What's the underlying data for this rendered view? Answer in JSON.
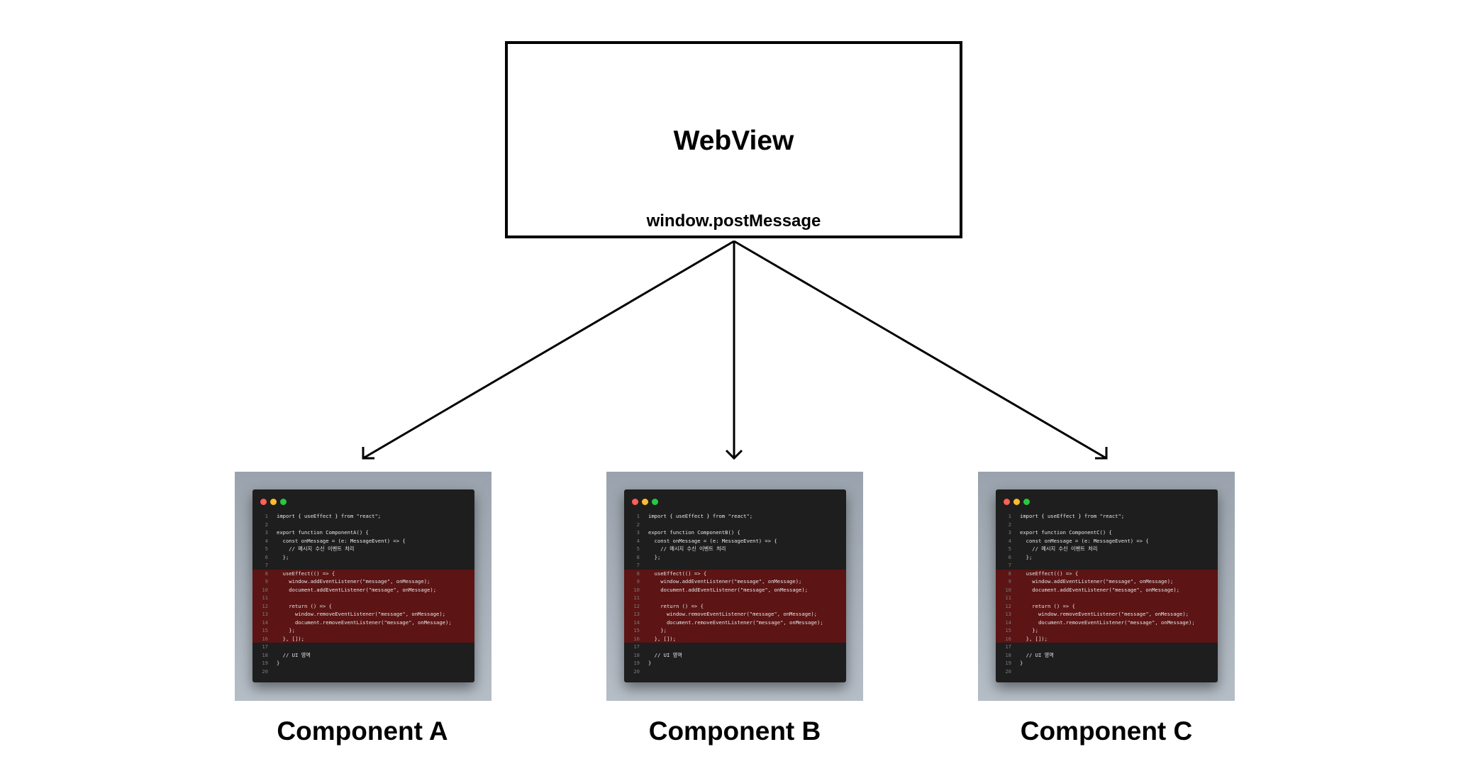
{
  "webview": {
    "title": "WebView",
    "subtitle": "window.postMessage"
  },
  "components": [
    {
      "label": "Component A",
      "code_lines": [
        {
          "num": "1",
          "text": "import { useEffect } from \"react\";",
          "highlight": false
        },
        {
          "num": "2",
          "text": "",
          "highlight": false
        },
        {
          "num": "3",
          "text": "export function ComponentA() {",
          "highlight": false
        },
        {
          "num": "4",
          "text": "  const onMessage = (e: MessageEvent) => {",
          "highlight": false
        },
        {
          "num": "5",
          "text": "    // 메시지 수신 이벤트 처리",
          "highlight": false
        },
        {
          "num": "6",
          "text": "  };",
          "highlight": false
        },
        {
          "num": "7",
          "text": "",
          "highlight": false
        },
        {
          "num": "8",
          "text": "  useEffect(() => {",
          "highlight": true
        },
        {
          "num": "9",
          "text": "    window.addEventListener(\"message\", onMessage);",
          "highlight": true
        },
        {
          "num": "10",
          "text": "    document.addEventListener(\"message\", onMessage);",
          "highlight": true
        },
        {
          "num": "11",
          "text": "",
          "highlight": true
        },
        {
          "num": "12",
          "text": "    return () => {",
          "highlight": true
        },
        {
          "num": "13",
          "text": "      window.removeEventListener(\"message\", onMessage);",
          "highlight": true
        },
        {
          "num": "14",
          "text": "      document.removeEventListener(\"message\", onMessage);",
          "highlight": true
        },
        {
          "num": "15",
          "text": "    };",
          "highlight": true
        },
        {
          "num": "16",
          "text": "  }, []);",
          "highlight": true
        },
        {
          "num": "17",
          "text": "",
          "highlight": false
        },
        {
          "num": "18",
          "text": "  // UI 영역",
          "highlight": false
        },
        {
          "num": "19",
          "text": "}",
          "highlight": false
        },
        {
          "num": "20",
          "text": "",
          "highlight": false
        }
      ]
    },
    {
      "label": "Component B",
      "code_lines": [
        {
          "num": "1",
          "text": "import { useEffect } from \"react\";",
          "highlight": false
        },
        {
          "num": "2",
          "text": "",
          "highlight": false
        },
        {
          "num": "3",
          "text": "export function ComponentB() {",
          "highlight": false
        },
        {
          "num": "4",
          "text": "  const onMessage = (e: MessageEvent) => {",
          "highlight": false
        },
        {
          "num": "5",
          "text": "    // 메시지 수신 이벤트 처리",
          "highlight": false
        },
        {
          "num": "6",
          "text": "  };",
          "highlight": false
        },
        {
          "num": "7",
          "text": "",
          "highlight": false
        },
        {
          "num": "8",
          "text": "  useEffect(() => {",
          "highlight": true
        },
        {
          "num": "9",
          "text": "    window.addEventListener(\"message\", onMessage);",
          "highlight": true
        },
        {
          "num": "10",
          "text": "    document.addEventListener(\"message\", onMessage);",
          "highlight": true
        },
        {
          "num": "11",
          "text": "",
          "highlight": true
        },
        {
          "num": "12",
          "text": "    return () => {",
          "highlight": true
        },
        {
          "num": "13",
          "text": "      window.removeEventListener(\"message\", onMessage);",
          "highlight": true
        },
        {
          "num": "14",
          "text": "      document.removeEventListener(\"message\", onMessage);",
          "highlight": true
        },
        {
          "num": "15",
          "text": "    };",
          "highlight": true
        },
        {
          "num": "16",
          "text": "  }, []);",
          "highlight": true
        },
        {
          "num": "17",
          "text": "",
          "highlight": false
        },
        {
          "num": "18",
          "text": "  // UI 영역",
          "highlight": false
        },
        {
          "num": "19",
          "text": "}",
          "highlight": false
        },
        {
          "num": "20",
          "text": "",
          "highlight": false
        }
      ]
    },
    {
      "label": "Component C",
      "code_lines": [
        {
          "num": "1",
          "text": "import { useEffect } from \"react\";",
          "highlight": false
        },
        {
          "num": "2",
          "text": "",
          "highlight": false
        },
        {
          "num": "3",
          "text": "export function ComponentC() {",
          "highlight": false
        },
        {
          "num": "4",
          "text": "  const onMessage = (e: MessageEvent) => {",
          "highlight": false
        },
        {
          "num": "5",
          "text": "    // 메시지 수신 이벤트 처리",
          "highlight": false
        },
        {
          "num": "6",
          "text": "  };",
          "highlight": false
        },
        {
          "num": "7",
          "text": "",
          "highlight": false
        },
        {
          "num": "8",
          "text": "  useEffect(() => {",
          "highlight": true
        },
        {
          "num": "9",
          "text": "    window.addEventListener(\"message\", onMessage);",
          "highlight": true
        },
        {
          "num": "10",
          "text": "    document.addEventListener(\"message\", onMessage);",
          "highlight": true
        },
        {
          "num": "11",
          "text": "",
          "highlight": true
        },
        {
          "num": "12",
          "text": "    return () => {",
          "highlight": true
        },
        {
          "num": "13",
          "text": "      window.removeEventListener(\"message\", onMessage);",
          "highlight": true
        },
        {
          "num": "14",
          "text": "      document.removeEventListener(\"message\", onMessage);",
          "highlight": true
        },
        {
          "num": "15",
          "text": "    };",
          "highlight": true
        },
        {
          "num": "16",
          "text": "  }, []);",
          "highlight": true
        },
        {
          "num": "17",
          "text": "",
          "highlight": false
        },
        {
          "num": "18",
          "text": "  // UI 영역",
          "highlight": false
        },
        {
          "num": "19",
          "text": "}",
          "highlight": false
        },
        {
          "num": "20",
          "text": "",
          "highlight": false
        }
      ]
    }
  ],
  "colors": {
    "highlight": "#5c1414",
    "editor_bg": "#1e1e1e",
    "card_bg": "#a6afb8"
  }
}
